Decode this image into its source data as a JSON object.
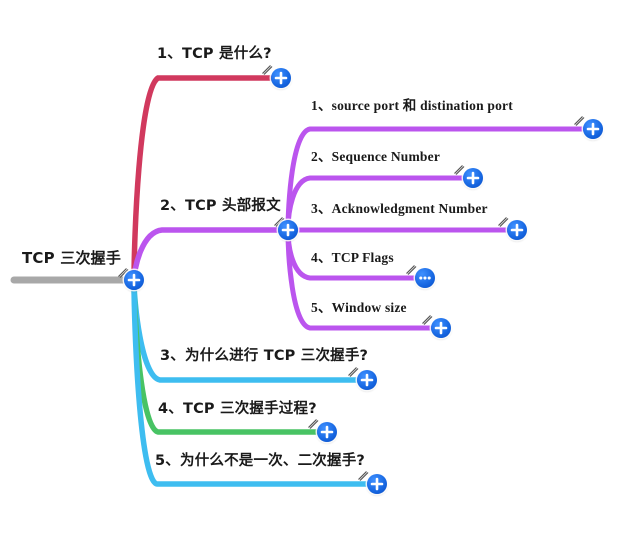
{
  "mindmap": {
    "title": "TCP 三次握手",
    "root": {
      "label": "TCP 三次握手",
      "line_color": "#a8a8a8",
      "button": "+"
    },
    "palette": {
      "crimson": "#d1395e",
      "purple": "#bb55ee",
      "cyan": "#3ebdf0",
      "green": "#48c364",
      "gray": "#a8a8a8",
      "button_blue": "#1565e0",
      "text": "#1a1a1a",
      "background": "#ffffff"
    },
    "buttons": {
      "add": "+",
      "more": "⋯"
    },
    "branches": [
      {
        "id": "branch-1",
        "label": "1、TCP 是什么?",
        "color": "#d1395e",
        "button": "+"
      },
      {
        "id": "branch-2",
        "label": "2、TCP 头部报文",
        "color": "#bb55ee",
        "button": "+",
        "children": [
          {
            "id": "branch-2-1",
            "label": "1、source port 和 distination port",
            "color": "#bb55ee",
            "button": "+"
          },
          {
            "id": "branch-2-2",
            "label": "2、Sequence Number",
            "color": "#bb55ee",
            "button": "+"
          },
          {
            "id": "branch-2-3",
            "label": "3、Acknowledgment Number",
            "color": "#bb55ee",
            "button": "+"
          },
          {
            "id": "branch-2-4",
            "label": "4、TCP Flags",
            "color": "#bb55ee",
            "button": "⋯"
          },
          {
            "id": "branch-2-5",
            "label": "5、Window size",
            "color": "#bb55ee",
            "button": "+"
          }
        ]
      },
      {
        "id": "branch-3",
        "label": "3、为什么进行 TCP 三次握手?",
        "color": "#3ebdf0",
        "button": "+"
      },
      {
        "id": "branch-4",
        "label": "4、TCP 三次握手过程?",
        "color": "#48c364",
        "button": "+"
      },
      {
        "id": "branch-5",
        "label": "5、为什么不是一次、二次握手?",
        "color": "#3ebdf0",
        "button": "+"
      }
    ]
  }
}
